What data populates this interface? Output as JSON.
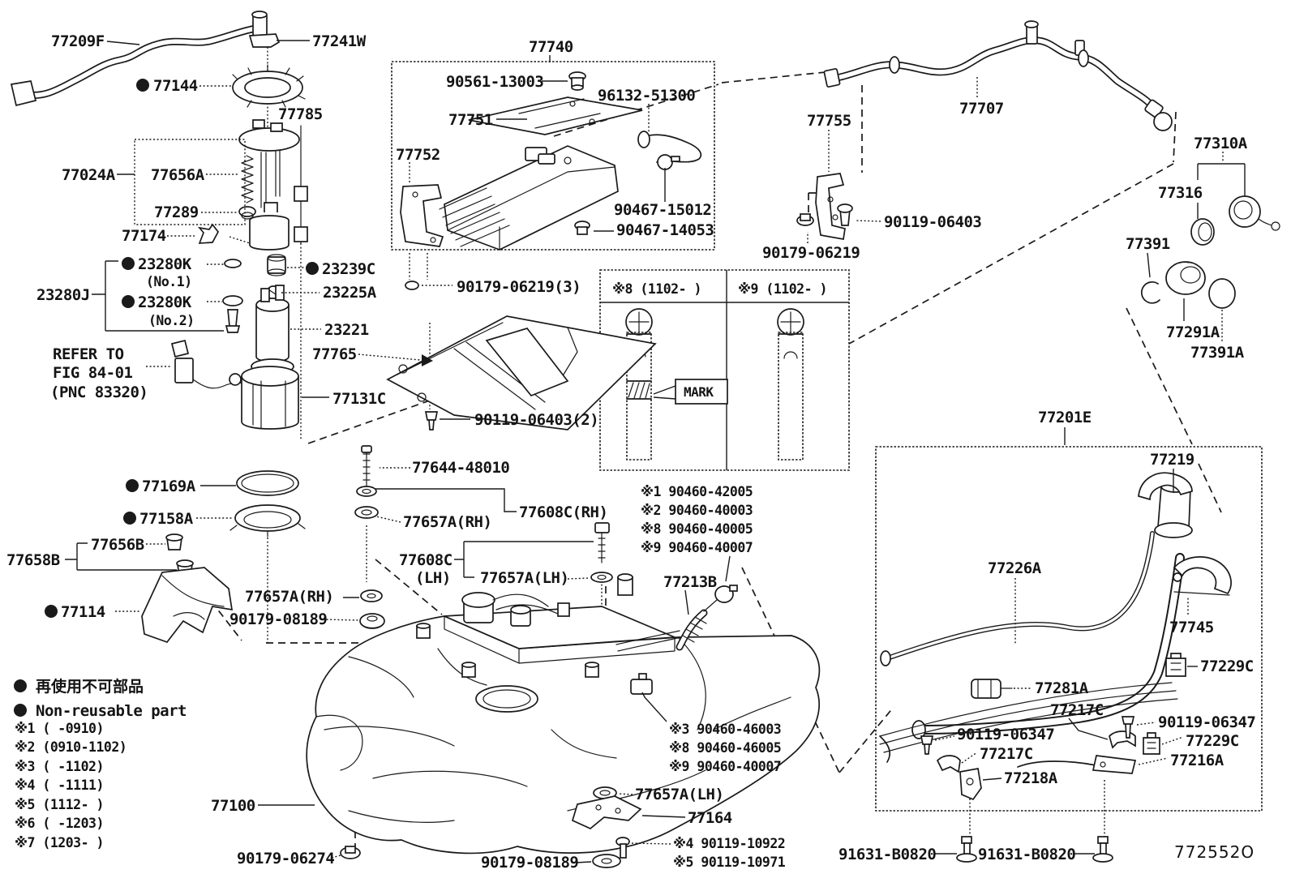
{
  "diagram": {
    "code": "772552O",
    "labels": {
      "l77209F": "77209F",
      "l77241W": "77241W",
      "l77144": "77144",
      "l77785": "77785",
      "l77024A": "77024A",
      "l77656A": "77656A",
      "l77289": "77289",
      "l77174": "77174",
      "l23280K": "23280K",
      "no1": "(No.1)",
      "no2": "(No.2)",
      "l23280J": "23280J",
      "l23239C": "23239C",
      "l23225A": "23225A",
      "l23221": "23221",
      "refer1": "REFER TO",
      "refer2": "FIG 84-01",
      "refer3": "(PNC 83320)",
      "l77765": "77765",
      "l77131C": "77131C",
      "l90119_06403_2": "90119-06403(2)",
      "l90179_06219_3": "90179-06219(3)",
      "l77740": "77740",
      "l90561_13003": "90561-13003",
      "l96132_51300": "96132-51300",
      "l77751": "77751",
      "l77752": "77752",
      "l90467_15012": "90467-15012",
      "l90467_14053": "90467-14053",
      "l77644_48010": "77644-48010",
      "l77169A": "77169A",
      "l77158A": "77158A",
      "l77656B": "77656B",
      "l77658B": "77658B",
      "l77114": "77114",
      "l77657A_RH": "77657A(RH)",
      "l77608C_RH": "77608C(RH)",
      "l77608C": "77608C",
      "lLH": "(LH)",
      "l77657A_LH": "77657A(LH)",
      "l90179_08189": "90179-08189",
      "l77213B": "77213B",
      "l77100": "77100",
      "l77164": "77164",
      "l90179_06274": "90179-06274",
      "l77707": "77707",
      "l77755": "77755",
      "l90119_06403": "90119-06403",
      "l90179_06219": "90179-06219",
      "l77310A": "77310A",
      "l77316": "77316",
      "l77391": "77391",
      "l77291A": "77291A",
      "l77391A": "77391A",
      "l77201E": "77201E",
      "l77219": "77219",
      "l77226A": "77226A",
      "l77745": "77745",
      "l77229C": "77229C",
      "l77281A": "77281A",
      "l77217C": "77217C",
      "l90119_06347": "90119-06347",
      "l77216A": "77216A",
      "l77218A": "77218A",
      "l91631_B0820": "91631-B0820"
    },
    "stars_a": [
      "※1 90460-42005",
      "※2 90460-40003",
      "※8 90460-40005",
      "※9 90460-40007"
    ],
    "stars_b": [
      "※3 90460-46003",
      "※8 90460-46005",
      "※9 90460-40007"
    ],
    "stars_c": [
      "※4 90119-10922",
      "※5 90119-10971"
    ],
    "legend": {
      "jp": "再使用不可部品",
      "en": "Non-reusable part",
      "rows": [
        "※1 (    -0910)",
        "※2 (0910-1102)",
        "※3 (    -1102)",
        "※4 (    -1111)",
        "※5 (1112-    )",
        "※6 (    -1203)",
        "※7 (1203-    )"
      ]
    },
    "table": {
      "col1": "※8 (1102-    )",
      "col2": "※9 (1102-    )",
      "mark": "MARK"
    }
  }
}
